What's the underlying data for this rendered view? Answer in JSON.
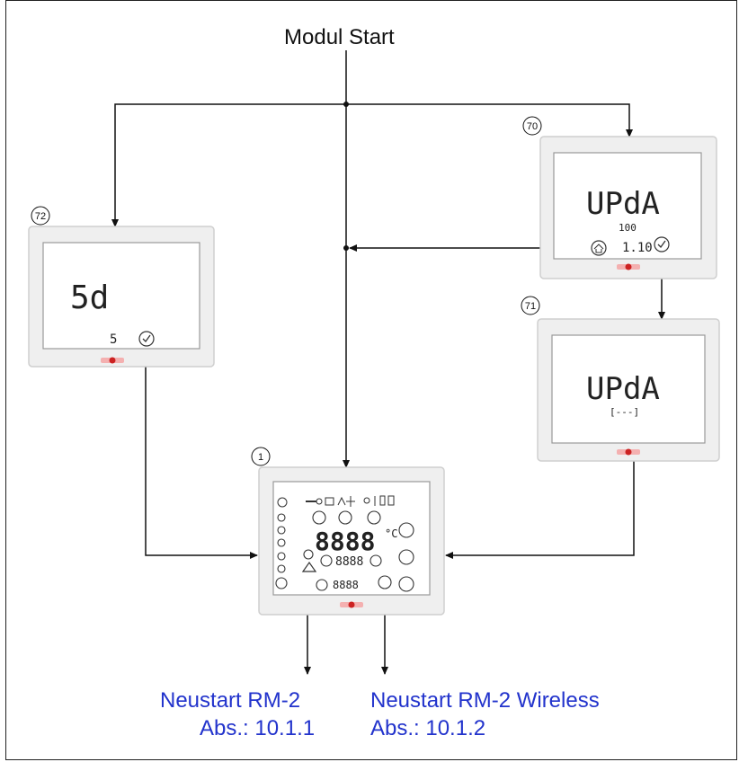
{
  "title": "Modul Start",
  "devices": [
    {
      "ref": "72",
      "display_main": "5d",
      "display_sub": "5"
    },
    {
      "ref": "70",
      "display_main": "UPdA",
      "display_mid": "100",
      "display_sub": "1.10"
    },
    {
      "ref": "71",
      "display_main": "UPdA",
      "display_sub": "[---]"
    },
    {
      "ref": "1",
      "display_main": "8888",
      "display_unit": "°C",
      "display_mid": "8888",
      "display_sub": "8888"
    }
  ],
  "outputs": [
    {
      "line1": "Neustart RM-2",
      "line2": "Abs.: 10.1.1"
    },
    {
      "line1": "Neustart RM-2 Wireless",
      "line2": "Abs.: 10.1.2"
    }
  ],
  "colors": {
    "link_text": "#2233cc",
    "line": "#111111",
    "brand_red": "#cc2222"
  }
}
